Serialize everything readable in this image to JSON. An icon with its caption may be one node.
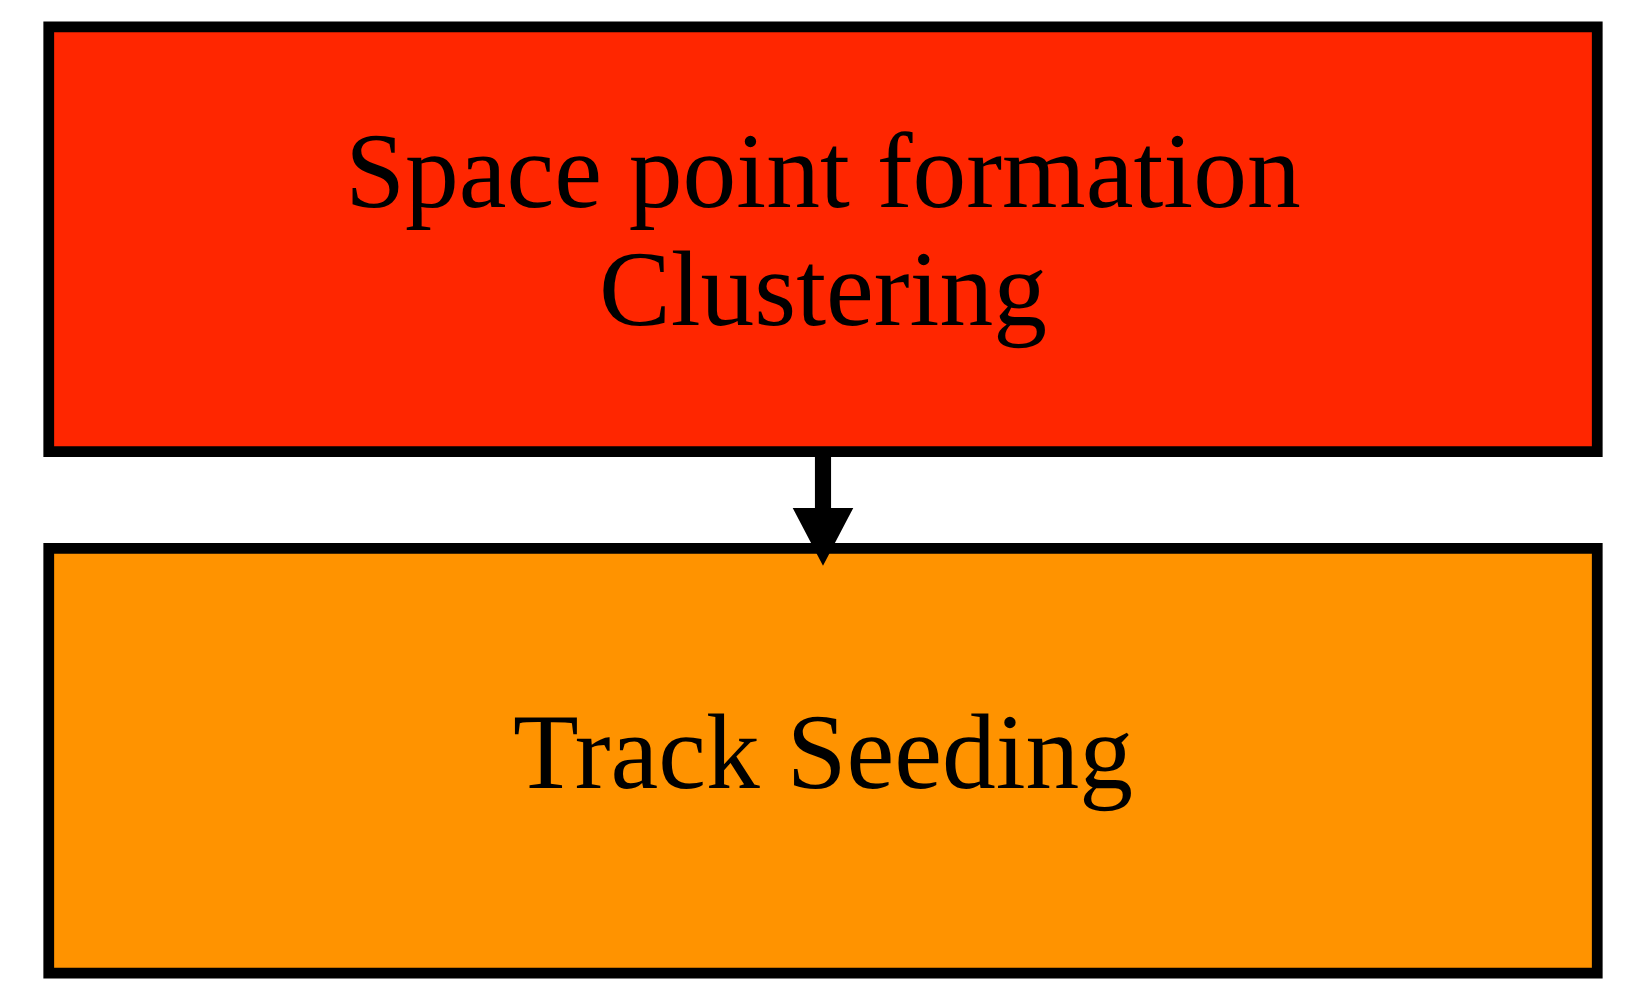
{
  "diagram": {
    "nodes": [
      {
        "text": [
          "Space point formation",
          "Clustering"
        ]
      },
      {
        "text": [
          "Track Seeding"
        ]
      }
    ],
    "edges": [
      {
        "from": 0,
        "to": 1,
        "arrow": "to"
      }
    ]
  }
}
